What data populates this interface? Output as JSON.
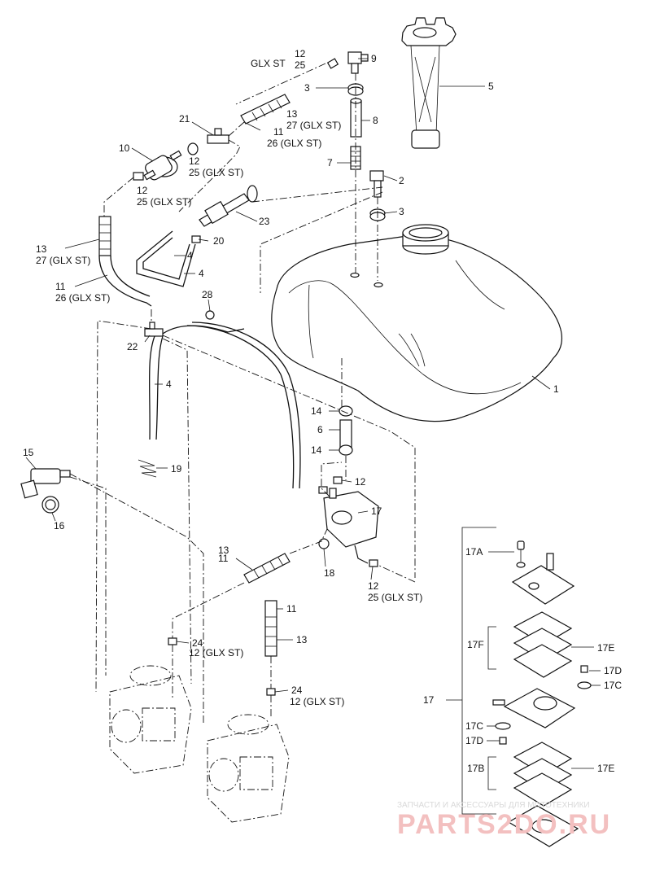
{
  "labels": {
    "l1": "1",
    "l2": "2",
    "l3a": "3",
    "l3b": "3",
    "l4a": "4",
    "l4b": "4",
    "l4c": "4",
    "l5": "5",
    "l6": "6",
    "l7": "7",
    "l8": "8",
    "l9": "9",
    "l10": "10",
    "l11a": "11",
    "l11b": "11",
    "l11c": "11",
    "l11d": "11",
    "l12a": "12",
    "l12b": "12",
    "l12c": "12",
    "l12d": "12",
    "l12e": "12",
    "l12f": "12 (GLX ST)",
    "l12g": "12 (GLX ST)",
    "l13a": "13",
    "l13b": "13",
    "l13c": "13",
    "l13d": "13",
    "l14a": "14",
    "l14b": "14",
    "l15": "15",
    "l16": "16",
    "l17a": "17",
    "l17b": "17",
    "l18": "18",
    "l19": "19",
    "l20": "20",
    "l21": "21",
    "l22": "22",
    "l23": "23",
    "l24a": "24",
    "l24b": "24",
    "l25a": "25",
    "l25b": "25 (GLX ST)",
    "l25c": "25 (GLX ST)",
    "l25d": "25 (GLX ST)",
    "l26a": "26 (GLX ST)",
    "l26b": "26 (GLX ST)",
    "l27a": "27 (GLX ST)",
    "l27b": "27 (GLX ST)",
    "l28": "28",
    "glx": "GLX ST",
    "l17A": "17A",
    "l17F": "17F",
    "l17E1": "17E",
    "l17D1": "17D",
    "l17C1": "17C",
    "l17C2": "17C",
    "l17D2": "17D",
    "l17B": "17B",
    "l17E2": "17E"
  },
  "watermark": {
    "line1": "ЗАПЧАСТИ И АКСЕССУАРЫ ДЛЯ МОТОТЕХНИКИ",
    "line2": "PARTS2DO.RU"
  }
}
